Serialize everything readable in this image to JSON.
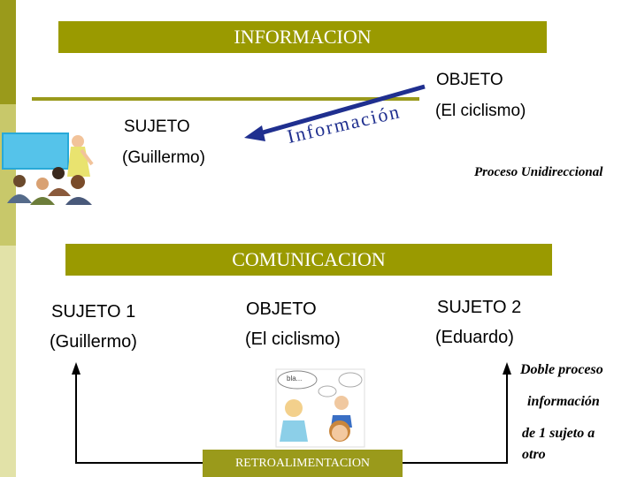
{
  "theme": {
    "accent": "#9a9a00",
    "arrow": "#1f2f8f"
  },
  "informacion": {
    "banner": "INFORMACION",
    "sujeto_label": "SUJETO",
    "sujeto_name": "(Guillermo)",
    "objeto_label": "OBJETO",
    "objeto_name": "(El ciclismo)",
    "arrow_text": "Información",
    "process_note": "Proceso Unidireccional",
    "illustration": "teacher-presentation-clipart"
  },
  "comunicacion": {
    "banner": "COMUNICACION",
    "sujeto1_label": "SUJETO 1",
    "sujeto1_name": "(Guillermo)",
    "objeto_label": "OBJETO",
    "objeto_name": "(El ciclismo)",
    "sujeto2_label": "SUJETO 2",
    "sujeto2_name": "(Eduardo)",
    "note_line1": "Doble proceso",
    "note_line2": "información",
    "note_line3": "de 1  sujeto a",
    "note_line4": "otro",
    "illustration": "children-talking-clipart",
    "bubble_text": "bla..."
  },
  "feedback": {
    "label": "RETROALIMENTACION"
  }
}
